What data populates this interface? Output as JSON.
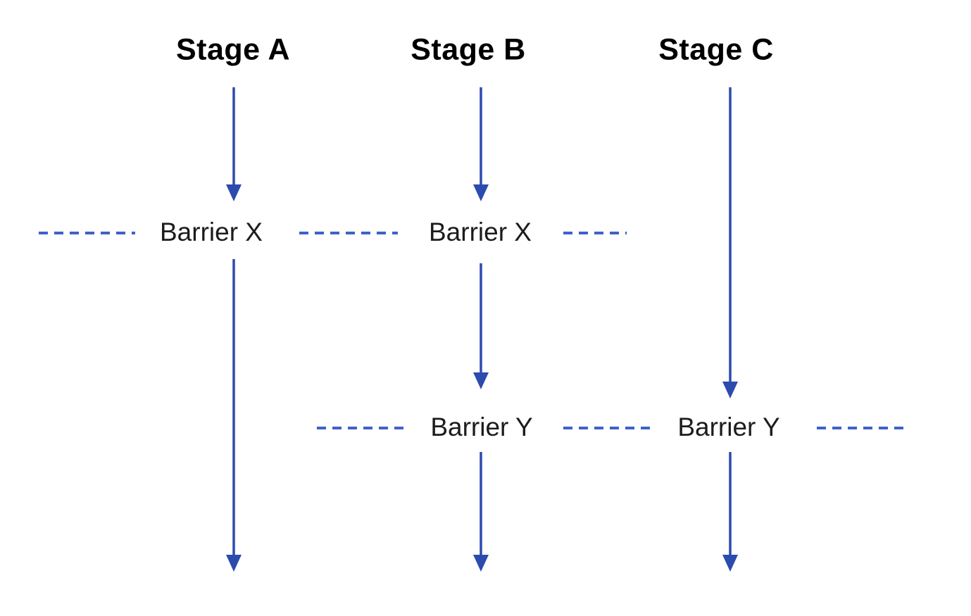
{
  "diagram": {
    "stages": [
      {
        "label": "Stage A"
      },
      {
        "label": "Stage B"
      },
      {
        "label": "Stage C"
      }
    ],
    "barriers": [
      {
        "label": "Barrier X",
        "spans": [
          "Stage A",
          "Stage B"
        ]
      },
      {
        "label": "Barrier Y",
        "spans": [
          "Stage B",
          "Stage C"
        ]
      }
    ],
    "colors": {
      "arrow_blue": "#2c4bae",
      "dash_blue": "#3e63c6",
      "stage_text": "#000000",
      "barrier_text": "#1c1c1c"
    }
  }
}
